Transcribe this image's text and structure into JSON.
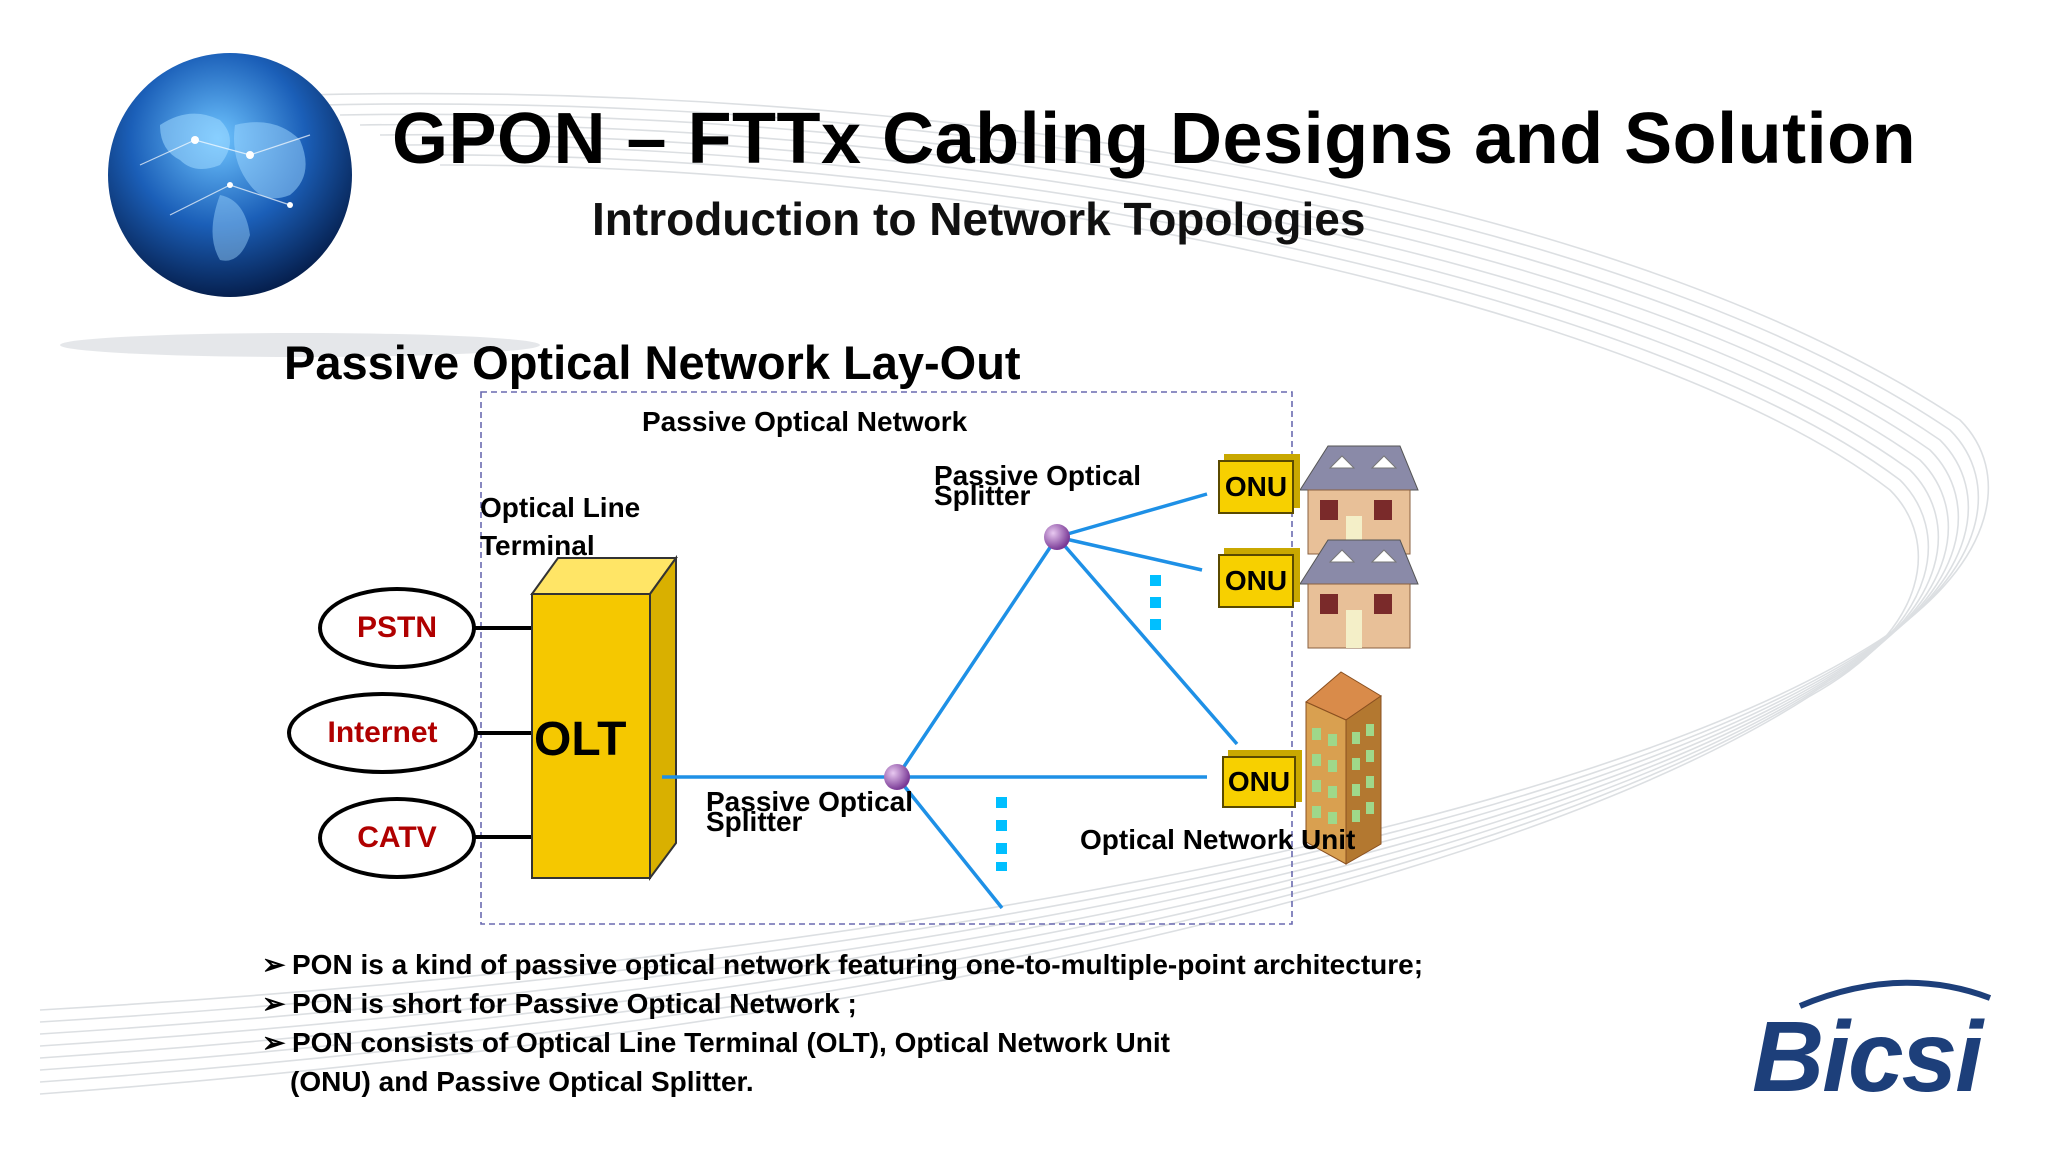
{
  "header": {
    "title": "GPON – FTTx  Cabling Designs and Solution",
    "subtitle": "Introduction to Network  Topologies"
  },
  "section_title": "Passive  Optical  Network  Lay-Out",
  "diagram": {
    "pon_label": "Passive Optical Network",
    "olt_caption_line1": "Optical Line",
    "olt_caption_line2": "Terminal",
    "olt_label": "OLT",
    "services": [
      "PSTN",
      "Internet",
      "CATV"
    ],
    "splitter_label_upper_line1": "Passive Optical",
    "splitter_label_upper_line2": "Splitter",
    "splitter_label_lower_line1": "Passive Optical",
    "splitter_label_lower_line2": "Splitter",
    "onu_labels": [
      "ONU",
      "ONU",
      "ONU"
    ],
    "onu_caption": "Optical Network Unit",
    "colors": {
      "fiber": "#1e90e6",
      "olt": "#f5c800",
      "service_text": "#b00000",
      "ellipsis": "#00bfff"
    }
  },
  "bullets": [
    "PON is a kind of passive optical network featuring one-to-multiple-point architecture;",
    "PON is short for Passive Optical Network ;",
    "PON consists of Optical Line Terminal (OLT), Optical Network Unit",
    "(ONU) and Passive  Optical Splitter."
  ],
  "logo": {
    "text": "Bicsi",
    "color": "#1d3f7a"
  },
  "icons": [
    "globe-icon",
    "house-icon",
    "building-icon",
    "arrow-bullet-icon"
  ]
}
